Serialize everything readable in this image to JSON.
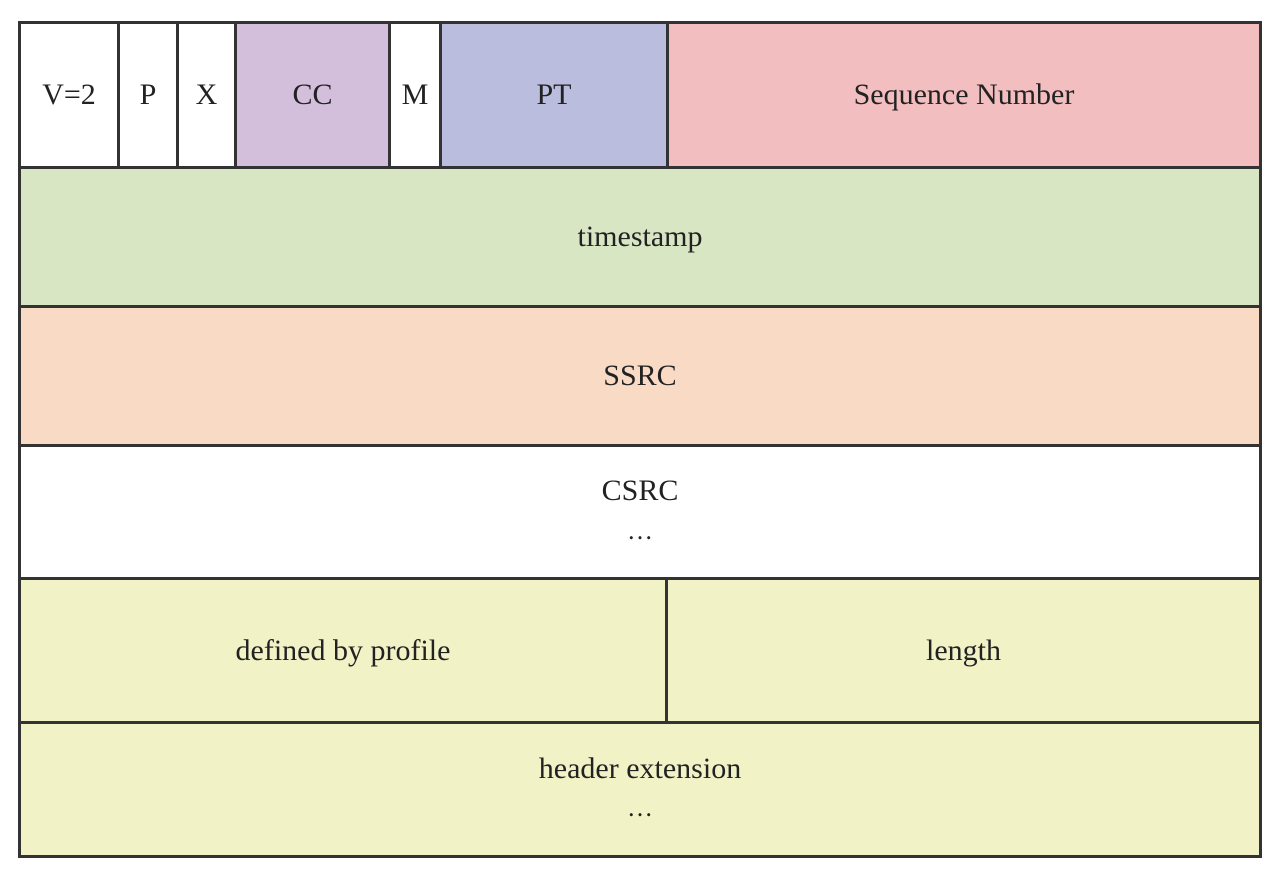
{
  "colors": {
    "white": "#ffffff",
    "cc": "#d3bfdc",
    "pt": "#babdde",
    "sequence": "#f2bec0",
    "timestamp": "#d9e6c4",
    "ssrc": "#f9dac4",
    "extension": "#f1f2c6"
  },
  "row1": {
    "v_label": "V=2",
    "p_label": "P",
    "x_label": "X",
    "cc_label": "CC",
    "m_label": "M",
    "pt_label": "PT",
    "sequence_label": "Sequence Number"
  },
  "timestamp": {
    "label": "timestamp"
  },
  "ssrc": {
    "label": "SSRC"
  },
  "csrc": {
    "label": "CSRC",
    "continuation": "…"
  },
  "extension_header": {
    "profile_label": "defined by profile",
    "length_label": "length"
  },
  "header_extension": {
    "label": "header extension",
    "continuation": "…"
  }
}
